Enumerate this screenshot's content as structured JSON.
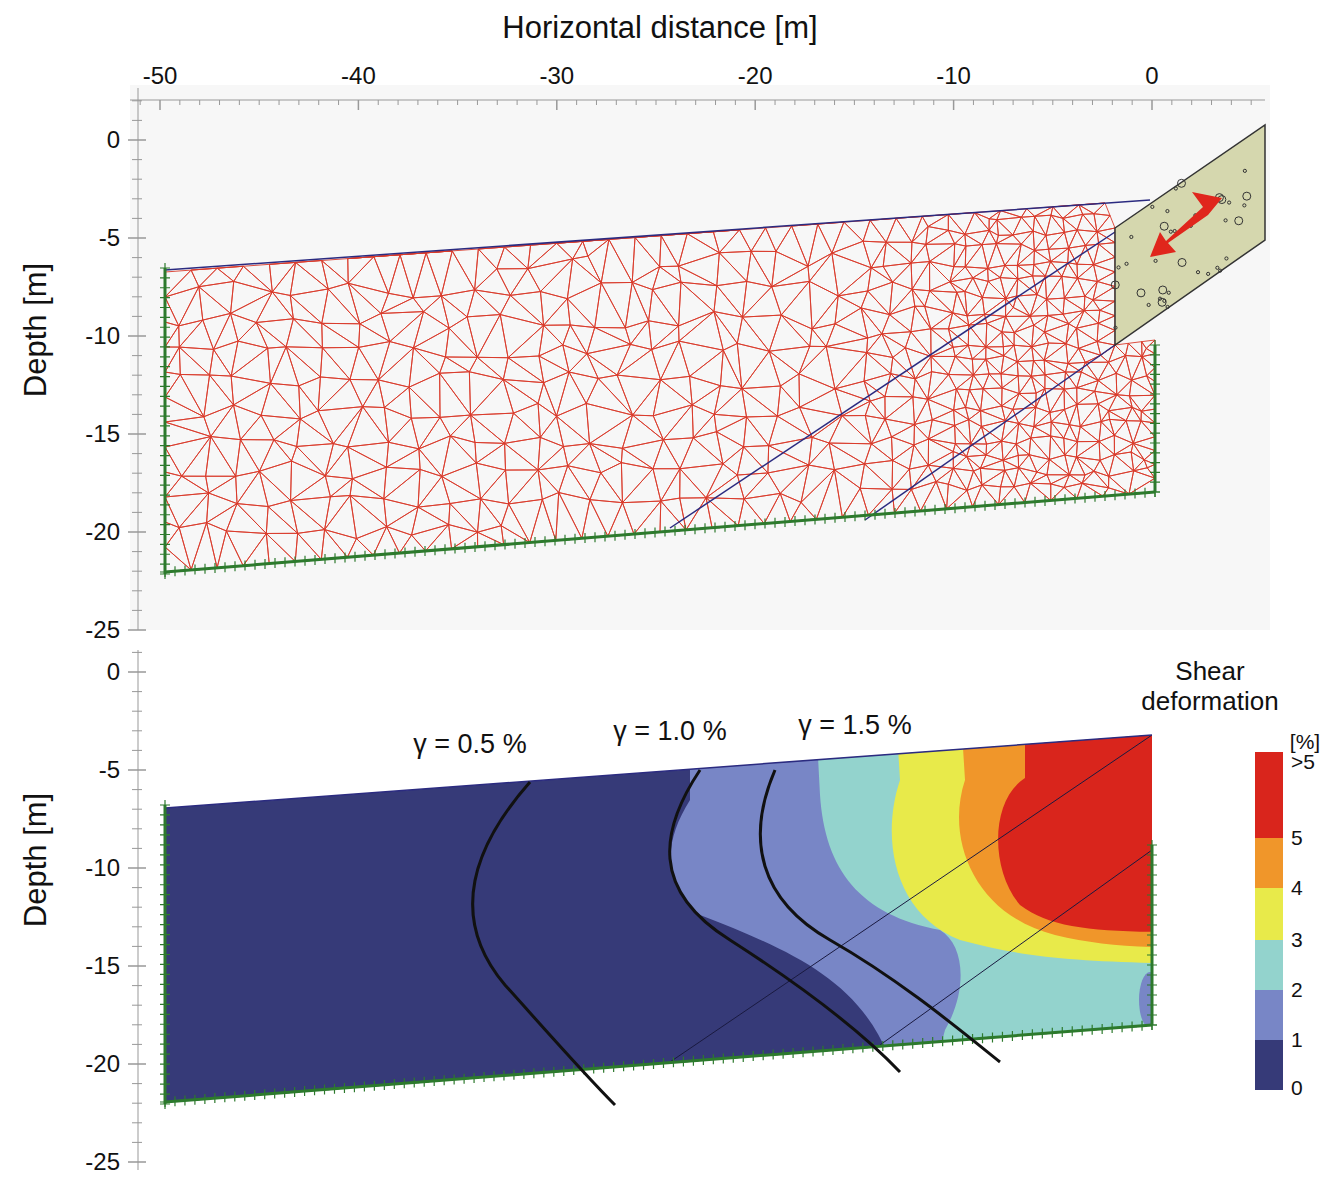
{
  "diagram": {
    "labels": [
      "Horizontal distance [m]",
      "-50",
      "-40",
      "-30",
      "-20",
      "-10",
      "0",
      "Depth [m]",
      "0",
      "-5",
      "-10",
      "-15",
      "-20",
      "-25",
      "Depth [m]",
      "0",
      "-5",
      "-10",
      "-15",
      "-20",
      "-25",
      "γ = 0.5 %",
      "γ = 1.0 %",
      "γ = 1.5 %",
      "Shear deformation",
      "[%]",
      "0"
    ],
    "legend": [
      {
        "text": ">5",
        "color": "#d9251c"
      },
      {
        "text": "5",
        "color": "#f0962a"
      },
      {
        "text": "4",
        "color": "#e8ea4a"
      },
      {
        "text": "3",
        "color": "#93d3cd"
      },
      {
        "text": "2",
        "color": "#7886c6"
      },
      {
        "text": "1",
        "color": "#363a78"
      }
    ]
  }
}
